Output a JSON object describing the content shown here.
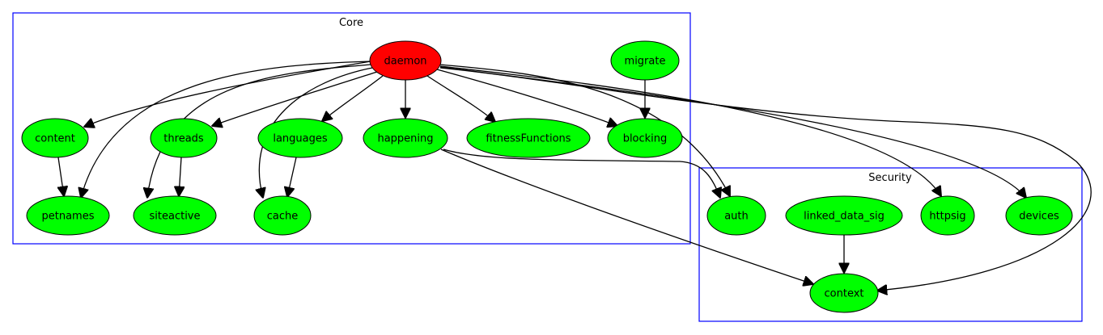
{
  "colors": {
    "default_node": "#00ff00",
    "highlight_node": "#ff0000",
    "cluster_border": "#0000ff",
    "edge": "#000000"
  },
  "clusters": [
    {
      "id": "core",
      "label": "Core"
    },
    {
      "id": "security",
      "label": "Security"
    }
  ],
  "nodes": [
    {
      "id": "daemon",
      "label": "daemon",
      "cluster": "core",
      "highlight": true
    },
    {
      "id": "migrate",
      "label": "migrate",
      "cluster": "core"
    },
    {
      "id": "content",
      "label": "content",
      "cluster": "core"
    },
    {
      "id": "threads",
      "label": "threads",
      "cluster": "core"
    },
    {
      "id": "languages",
      "label": "languages",
      "cluster": "core"
    },
    {
      "id": "happening",
      "label": "happening",
      "cluster": "core"
    },
    {
      "id": "fitnessFunctions",
      "label": "fitnessFunctions",
      "cluster": "core"
    },
    {
      "id": "blocking",
      "label": "blocking",
      "cluster": "core"
    },
    {
      "id": "petnames",
      "label": "petnames",
      "cluster": "core"
    },
    {
      "id": "siteactive",
      "label": "siteactive",
      "cluster": "core"
    },
    {
      "id": "cache",
      "label": "cache",
      "cluster": "core"
    },
    {
      "id": "auth",
      "label": "auth",
      "cluster": "security"
    },
    {
      "id": "linked_data_sig",
      "label": "linked_data_sig",
      "cluster": "security"
    },
    {
      "id": "httpsig",
      "label": "httpsig",
      "cluster": "security"
    },
    {
      "id": "devices",
      "label": "devices",
      "cluster": "security"
    },
    {
      "id": "context",
      "label": "context",
      "cluster": "security"
    }
  ],
  "edges": [
    {
      "from": "daemon",
      "to": "content"
    },
    {
      "from": "daemon",
      "to": "petnames"
    },
    {
      "from": "daemon",
      "to": "siteactive"
    },
    {
      "from": "daemon",
      "to": "threads"
    },
    {
      "from": "daemon",
      "to": "cache"
    },
    {
      "from": "daemon",
      "to": "languages"
    },
    {
      "from": "daemon",
      "to": "happening"
    },
    {
      "from": "daemon",
      "to": "fitnessFunctions"
    },
    {
      "from": "daemon",
      "to": "blocking"
    },
    {
      "from": "daemon",
      "to": "auth"
    },
    {
      "from": "daemon",
      "to": "httpsig"
    },
    {
      "from": "daemon",
      "to": "devices"
    },
    {
      "from": "daemon",
      "to": "context"
    },
    {
      "from": "migrate",
      "to": "blocking"
    },
    {
      "from": "content",
      "to": "petnames"
    },
    {
      "from": "threads",
      "to": "siteactive"
    },
    {
      "from": "languages",
      "to": "cache"
    },
    {
      "from": "happening",
      "to": "auth"
    },
    {
      "from": "happening",
      "to": "context"
    },
    {
      "from": "linked_data_sig",
      "to": "context"
    }
  ]
}
